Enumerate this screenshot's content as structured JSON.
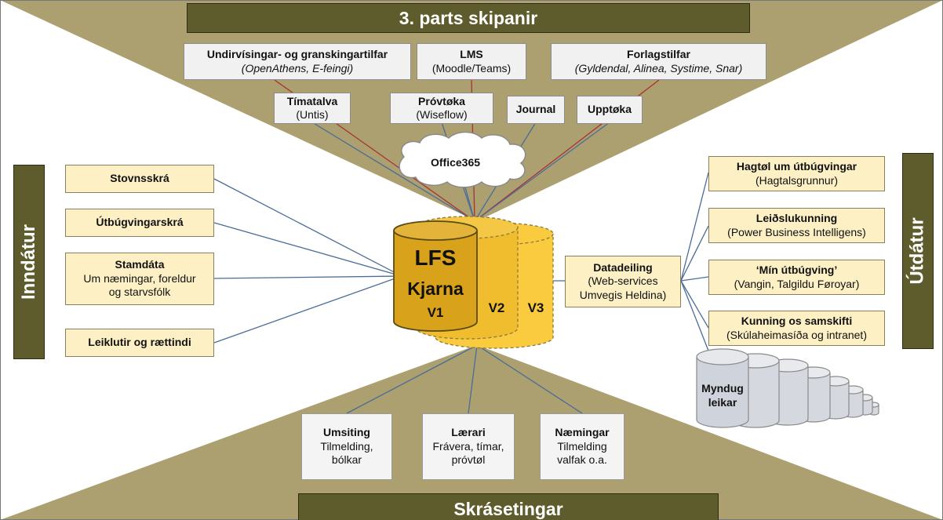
{
  "banners": {
    "top": "3. parts skipanir",
    "bottom": "Skrásetingar",
    "left": "Inndátur",
    "right": "Útdátur"
  },
  "top_boxes": [
    {
      "title": "Undirvísingar- og granskingartilfar",
      "sub": "(OpenAthens, E-feingi)"
    },
    {
      "title": "LMS",
      "sub": "(Moodle/Teams)"
    },
    {
      "title": "Forlagstilfar",
      "sub": "(Gyldendal, Alinea, Systime, Snar)"
    },
    {
      "title": "Tímatalva",
      "sub": "(Untis)"
    },
    {
      "title": "Próvtøka",
      "sub": "(Wiseflow)"
    },
    {
      "title": "Journal",
      "sub": ""
    },
    {
      "title": "Upptøka",
      "sub": ""
    }
  ],
  "cloud": "Office365",
  "left_boxes": [
    {
      "title": "Stovnsskrá",
      "sub1": "",
      "sub2": ""
    },
    {
      "title": "Útbúgvingarskrá",
      "sub1": "",
      "sub2": ""
    },
    {
      "title": "Stamdáta",
      "sub1": "Um næmingar, foreldur",
      "sub2": "og starvsfólk"
    },
    {
      "title": "Leiklutir og rættindi",
      "sub1": "",
      "sub2": ""
    }
  ],
  "core": {
    "line1": "LFS",
    "line2": "Kjarna",
    "v1": "V1",
    "v2": "V2",
    "v3": "V3"
  },
  "datadeiling": {
    "title": "Datadeiling",
    "sub1": "(Web-services",
    "sub2": "Umvegis Heldina)"
  },
  "right_boxes": [
    {
      "title": "Hagtøl um útbúgvingar",
      "sub": "(Hagtalsgrunnur)"
    },
    {
      "title": "Leiðslukunning",
      "sub": "(Power Business Intelligens)"
    },
    {
      "title": "‘Mín útbúgving’",
      "sub": "(Vangin, Talgildu Føroyar)"
    },
    {
      "title": "Kunning os samskifti",
      "sub": "(Skúlaheimasíða og intranet)"
    }
  ],
  "authorities": {
    "line1": "Myndug",
    "line2": "leikar"
  },
  "bottom_boxes": [
    {
      "title": "Umsiting",
      "sub1": "Tilmelding,",
      "sub2": "bólkar"
    },
    {
      "title": "Lærari",
      "sub1": "Frávera, tímar,",
      "sub2": "próvtøl"
    },
    {
      "title": "Næmingar",
      "sub1": "Tilmelding",
      "sub2": "valfak o.a."
    }
  ],
  "colors": {
    "triangle": "#aca070",
    "banner": "#5e5c2c",
    "yellow_box": "#fdf0c5",
    "grey_box": "#f1f1f1",
    "db_v1": "#d8a21a",
    "db_v2": "#f0bd2e",
    "db_v3": "#fbcb3f",
    "red_line": "#a83232",
    "blue_line": "#4a6c97"
  }
}
